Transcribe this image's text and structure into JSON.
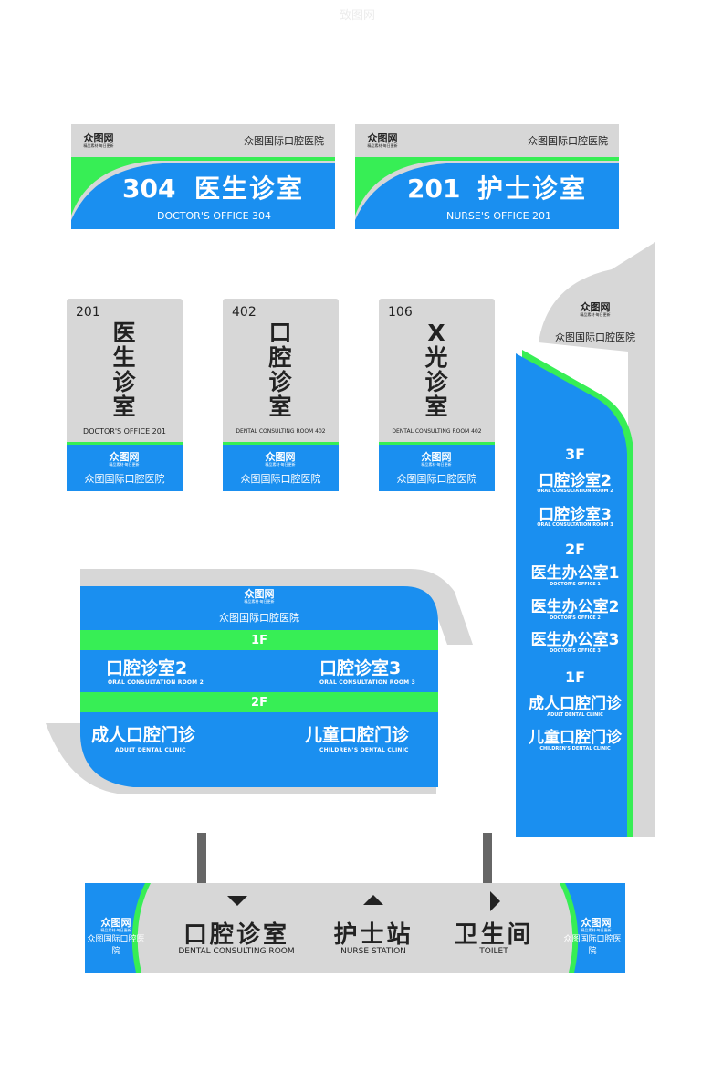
{
  "hospital_name": "众图国际口腔医院",
  "logo": {
    "mark": "众图网",
    "tagline": "精品素材·每日更新"
  },
  "colors": {
    "blue": "#1a8ff0",
    "grey": "#d7d7d7",
    "green": "#37ee55"
  },
  "door_signs": [
    {
      "number": "304",
      "room": "医生诊室",
      "english": "DOCTOR'S OFFICE 304"
    },
    {
      "number": "201",
      "room": "护士诊室",
      "english": "NURSE'S OFFICE 201"
    }
  ],
  "vertical_signs": [
    {
      "number": "201",
      "room": "医生诊室",
      "english": "DOCTOR'S OFFICE 201"
    },
    {
      "number": "402",
      "room": "口腔诊室",
      "english": "DENTAL CONSULTING ROOM 402"
    },
    {
      "number": "106",
      "room": "X光诊室",
      "english": "DENTAL CONSULTING ROOM 402"
    }
  ],
  "floor_directory": {
    "floors": [
      {
        "label": "1F",
        "rooms": [
          {
            "name": "口腔诊室2",
            "english": "ORAL CONSULTATION ROOM 2"
          },
          {
            "name": "口腔诊室3",
            "english": "ORAL CONSULTATION ROOM 3"
          }
        ]
      },
      {
        "label": "2F",
        "rooms": [
          {
            "name": "成人口腔门诊",
            "english": "ADULT DENTAL CLINIC"
          },
          {
            "name": "儿童口腔门诊",
            "english": "CHILDREN'S DENTAL CLINIC"
          }
        ]
      }
    ]
  },
  "totem": {
    "floors": [
      {
        "label": "3F",
        "rooms": [
          {
            "name": "口腔诊室2",
            "english": "ORAL CONSULTATION ROOM 2"
          },
          {
            "name": "口腔诊室3",
            "english": "ORAL CONSULTATION ROOM 3"
          }
        ]
      },
      {
        "label": "2F",
        "rooms": [
          {
            "name": "医生办公室1",
            "english": "DOCTOR'S OFFICE 1"
          },
          {
            "name": "医生办公室2",
            "english": "DOCTOR'S OFFICE 2"
          },
          {
            "name": "医生办公室3",
            "english": "DOCTOR'S OFFICE 3"
          }
        ]
      },
      {
        "label": "1F",
        "rooms": [
          {
            "name": "成人口腔门诊",
            "english": "ADULT DENTAL CLINIC"
          },
          {
            "name": "儿童口腔门诊",
            "english": "CHILDREN'S DENTAL CLINIC"
          }
        ]
      }
    ]
  },
  "hanging_sign": {
    "items": [
      {
        "name": "口腔诊室",
        "english": "DENTAL CONSULTING ROOM",
        "arrow": "down-arrow-icon"
      },
      {
        "name": "护士站",
        "english": "NURSE STATION",
        "arrow": "up-arrow-icon"
      },
      {
        "name": "卫生间",
        "english": "TOILET",
        "arrow": "right-arrow-icon"
      }
    ]
  },
  "watermark": "致图网"
}
